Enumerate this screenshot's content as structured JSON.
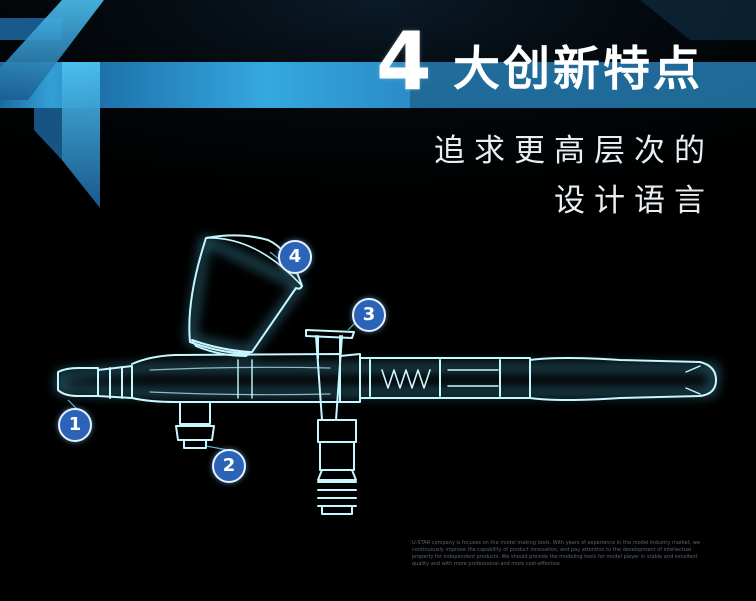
{
  "title": {
    "number": "4",
    "text": "大创新特点"
  },
  "subtitle": {
    "line1": "追求更高层次的",
    "line2": "设计语言"
  },
  "markers": [
    "1",
    "2",
    "3",
    "4"
  ],
  "footnote": [
    "U-STAR company is focuses on the model making tools. With years of experience in the model industry market, we",
    "continuously improve the capability of product innovation, and pay attention to the development of intellectual",
    "property for independent products. We should provide the modeling tools for model player in stable and excellent",
    "quality and with more professional and more cost-effective ."
  ],
  "colors": {
    "background": "#000000",
    "accent_blue": "#2a9bd8",
    "glow": "#bff6ff",
    "badge": "#2a63b8"
  }
}
